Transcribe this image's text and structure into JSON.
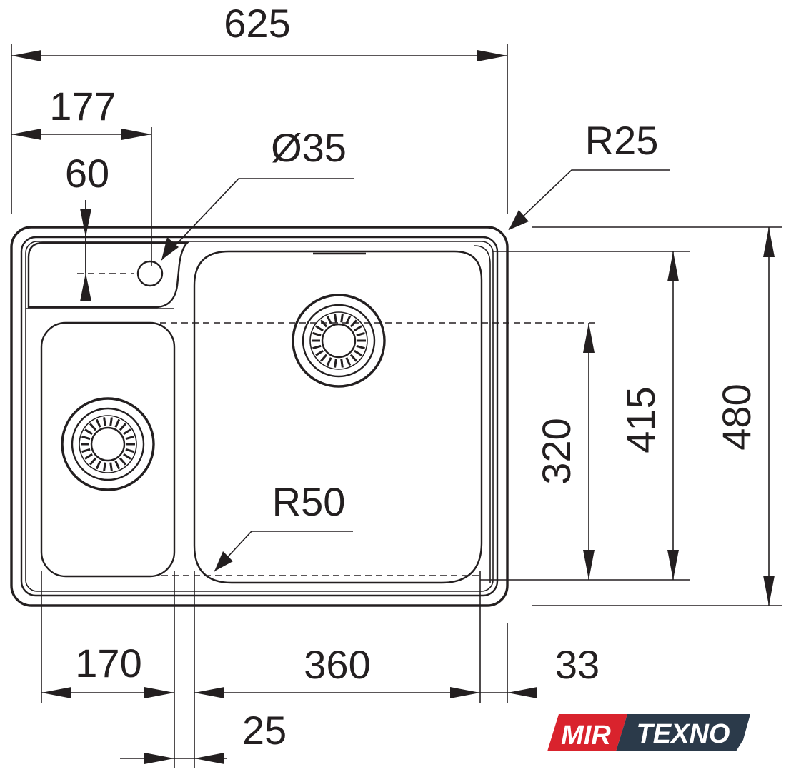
{
  "dimensions": {
    "overall_width": "625",
    "tap_offset": "177",
    "deck_depth": "60",
    "tap_hole": "Ø35",
    "corner_radius_outer": "R25",
    "inner_radius": "R50",
    "small_bowl_depth": "320",
    "large_bowl_depth": "415",
    "overall_depth": "480",
    "small_bowl_width": "170",
    "large_bowl_width": "360",
    "divider_width": "25",
    "rim_offset": "33"
  },
  "logo": {
    "part1": "MIR",
    "part2": "TEXNO",
    "color_red": "#d9232d",
    "color_dark": "#2b3a4a"
  },
  "colors": {
    "line": "#231f20",
    "background": "#ffffff"
  }
}
